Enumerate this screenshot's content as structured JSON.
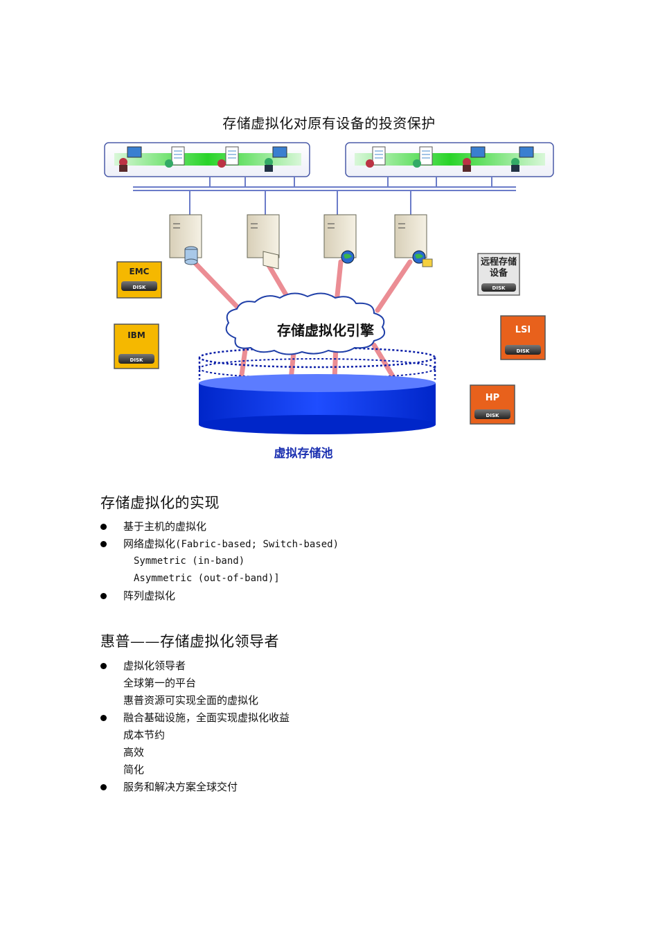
{
  "page_title": "存储虚拟化对原有设备的投资保护",
  "diagram": {
    "engine_label": "存储虚拟化引擎",
    "pool_label": "虚拟存储池",
    "remote_storage_line1": "远程存储",
    "remote_storage_line2": "设备",
    "disk_label": "DISK",
    "vendors": {
      "emc": "EMC",
      "ibm": "IBM",
      "lsi": "LSI",
      "hp": "HP"
    }
  },
  "section1": {
    "heading": "存储虚拟化的实现",
    "items": [
      "基于主机的虚拟化",
      "网络虚拟化",
      "阵列虚拟化"
    ],
    "network_suffix": "(Fabric-based; Switch-based)",
    "subitems": [
      "Symmetric (in-band)",
      "Asymmetric (out-of-band)]"
    ]
  },
  "section2": {
    "heading": "惠普——存储虚拟化领导者",
    "items": [
      "虚拟化领导者",
      "全球第一的平台",
      "惠普资源可实现全面的虚拟化",
      "融合基础设施，全面实现虚拟化收益",
      "成本节约",
      "高效",
      "简化",
      "服务和解决方案全球交付"
    ]
  }
}
